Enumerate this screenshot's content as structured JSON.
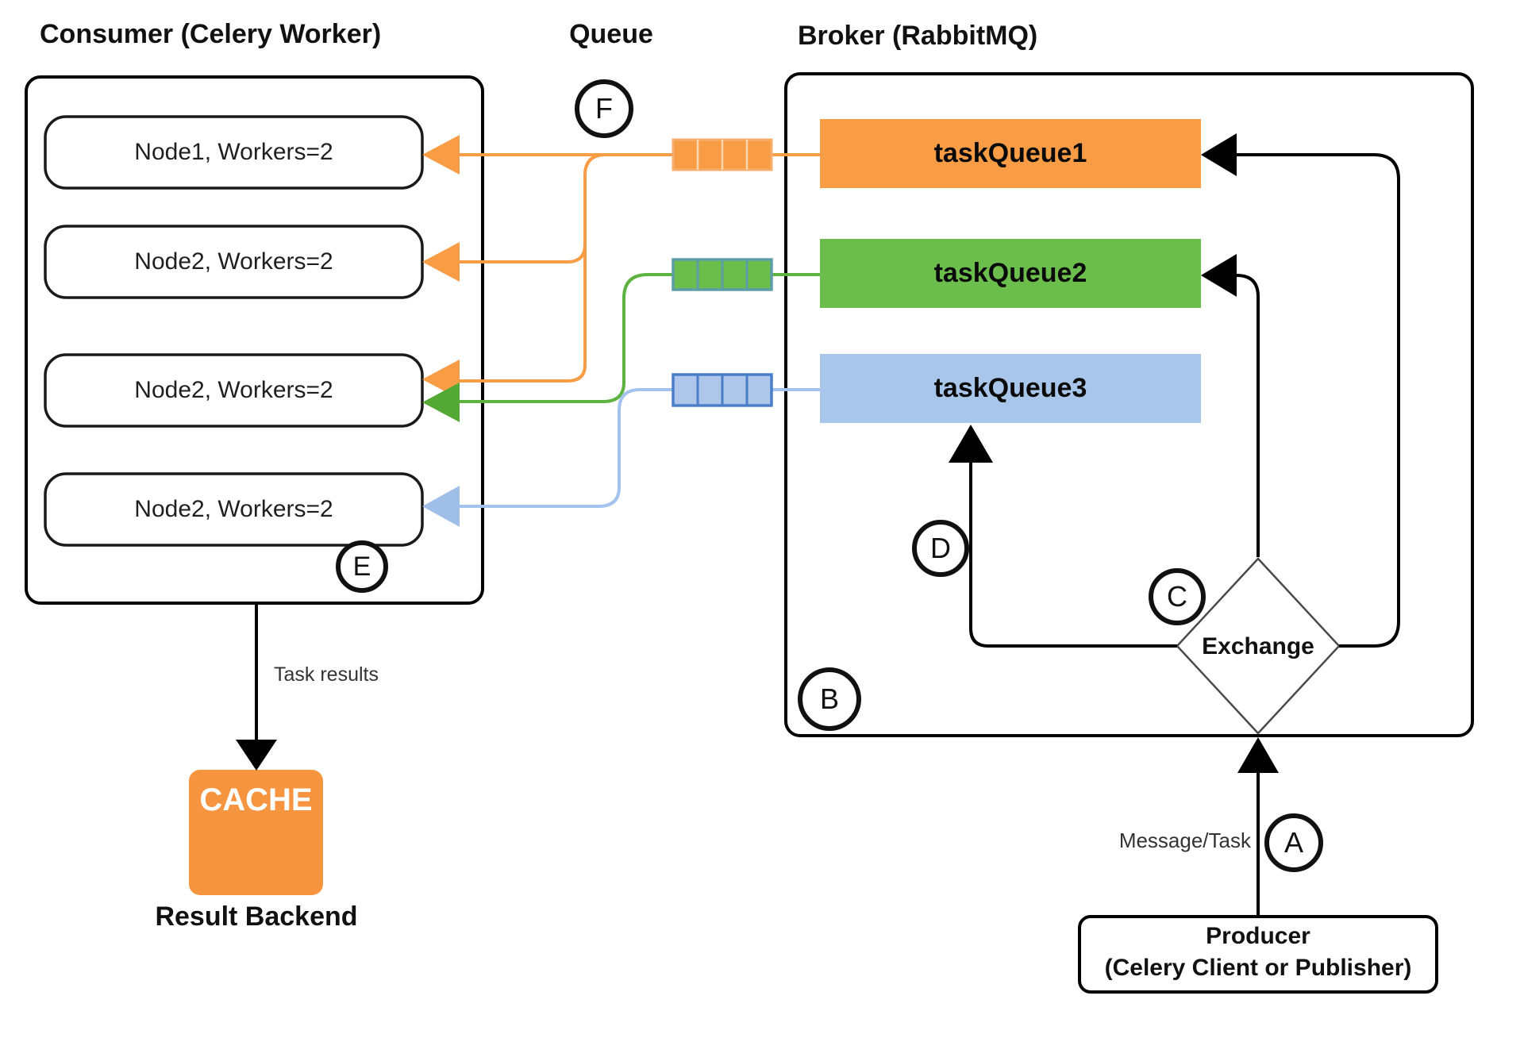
{
  "titles": {
    "consumer": "Consumer (Celery Worker)",
    "queue": "Queue",
    "broker": "Broker (RabbitMQ)"
  },
  "consumer": {
    "nodes": [
      {
        "label": "Node1, Workers=2"
      },
      {
        "label": "Node2, Workers=2"
      },
      {
        "label": "Node2, Workers=2"
      },
      {
        "label": "Node2, Workers=2"
      }
    ]
  },
  "broker": {
    "task_queues": [
      {
        "label": "taskQueue1",
        "color": "#F89C45"
      },
      {
        "label": "taskQueue2",
        "color": "#6CBE4C"
      },
      {
        "label": "taskQueue3",
        "color": "#A8C6EA"
      }
    ],
    "exchange_label": "Exchange"
  },
  "producer": {
    "line1": "Producer",
    "line2": "(Celery Client or Publisher)"
  },
  "result_backend": {
    "cache_text": "CACHE",
    "cache_color": "#F79440",
    "caption": "Result Backend"
  },
  "annotations": {
    "task_results": "Task results",
    "message_task": "Message/Task"
  },
  "steps": {
    "A": "A",
    "B": "B",
    "C": "C",
    "D": "D",
    "E": "E",
    "F": "F"
  },
  "colors": {
    "orange": "#F89C45",
    "orange_queue_border": "#F8AE6B",
    "green_fill": "#6CBE4C",
    "green_line": "#5CB33F",
    "green_arrow": "#54A934",
    "queue_green_border": "#5B9EA6",
    "blue_fill": "#A8C6EA",
    "blue_queue_fill": "#AEC6E9",
    "blue_border": "#4A7EC9",
    "blue_line": "#A4C2EE",
    "line_black": "#000000"
  }
}
